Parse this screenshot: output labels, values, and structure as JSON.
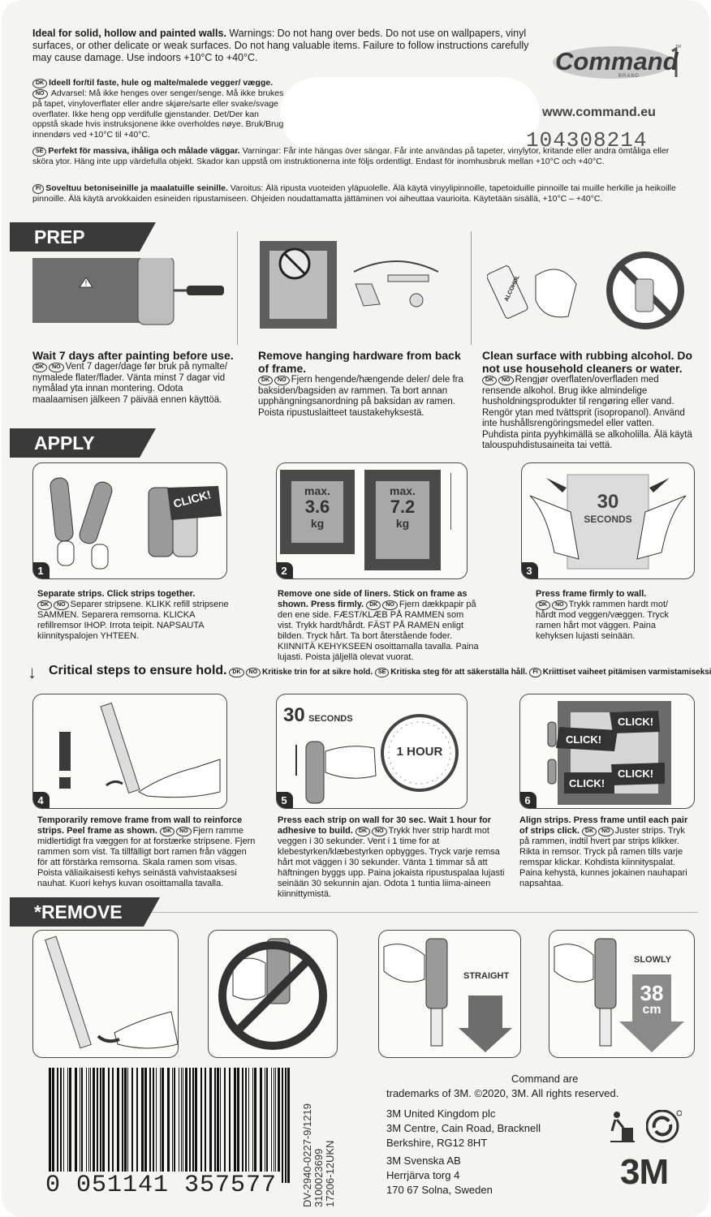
{
  "brand": {
    "logo": "Command",
    "logo_sub": "BRAND",
    "tm": "TM",
    "website": "www.command.eu",
    "code": "104308214"
  },
  "warnings": {
    "en_bold": "Ideal for solid, hollow and painted walls.",
    "en": " Warnings: Do not hang over beds. Do not use on wallpapers, vinyl surfaces, or other delicate or weak surfaces. Do not hang valuable items. Failure to follow instructions carefully may cause damage. Use indoors +10°C to +40°C.",
    "dk_code": "DK",
    "no_code": "NO",
    "dkno_bold": "Ideell for/til faste, hule og malte/malede vegger/ vægge.",
    "dkno": " Advarsel: Må ikke henges over senger/senge. Må ikke brukes på tapet, vinyloverflater eller andre skjøre/sarte eller svake/svage overflater. Ikke heng opp verdifulle gjenstander. Det/Der kan oppstå skade hvis instruksjonene ikke overholdes nøye. Bruk/Brug innendørs ved +10°C til +40°C.",
    "se_code": "SE",
    "se_bold": "Perfekt för massiva, ihåliga och målade väggar.",
    "se": " Varningar: Får inte hängas över sängar. Får inte användas på tapeter, vinylytor, kritande eller andra ömtåliga eller sköra ytor. Häng inte upp värdefulla objekt. Skador kan uppstå om instruktionerna inte följs ordentligt. Endast för inomhusbruk mellan +10°C och +40°C.",
    "fi_code": "FI",
    "fi_bold": "Soveltuu betoniseinille ja maalatuille seinille.",
    "fi": " Varoitus: Älä ripusta vuoteiden yläpuolelle. Älä käytä vinyylipinnoille, tapetoiduille pinnoille tai muille herkille ja heikoille pinnoille. Älä käytä arvokkaiden esineiden ripustamiseen. Ohjeiden noudattamatta jättäminen voi aiheuttaa vaurioita. Käytetään sisällä, +10°C – +40°C."
  },
  "prep": {
    "banner": "PREP",
    "col1_bold": "Wait 7 days after painting before use.",
    "col1": "Vent 7 dager/dage før bruk på nymalte/ nymalede flater/flader. Vänta minst 7 dagar vid nymålad yta innan montering. Odota maalaamisen jälkeen 7 päivää ennen käyttöä.",
    "col2_bold": "Remove hanging hardware from back of frame.",
    "col2": "Fjern hengende/hængende deler/ dele fra baksiden/bagsiden av rammen. Ta bort annan upphängningsanordning på baksidan av ramen. Poista ripustuslaitteet taustakehyksestä.",
    "col3_bold": "Clean surface with rubbing alcohol. Do not use household cleaners or water.",
    "col3": "Rengjør overflaten/overfladen med rensende alkohol. Brug ikke almindelige husholdningsprodukter til rengøring eller vand. Rengör ytan med tvättsprit (isopropanol). Använd inte hushållsrengöringsmedel eller vatten. Puhdista pinta pyyhkimällä se alkoholilla. Älä käytä talouspuhdistusaineita tai vettä.",
    "alcohol": "ALCOHOL"
  },
  "apply": {
    "banner": "APPLY",
    "click": "CLICK!",
    "max1": "max.",
    "w1": "3.6",
    "kg1": "kg",
    "max2": "max.",
    "w2": "7.2",
    "kg2": "kg",
    "seconds_n": "30",
    "seconds_l": "SECONDS",
    "s1_bold": "Separate strips. Click strips together.",
    "s1": "Separer stripsene. KLIKK refill stripsene SAMMEN. Separera remsorna. KLICKA refillremsor IHOP. Irrota teipit. NAPSAUTA kiinnityspalojen YHTEEN.",
    "s2_bold": "Remove one side of liners. Stick on frame as shown. Press firmly.",
    "s2": "Fjern dækkpapir på den ene side. FÆST/KLÆB PÅ RAMMEN som vist. Trykk hardt/hårdt. FÄST PÅ RAMEN enligt bilden. Tryck hårt. Ta bort återstående foder. KIINNITÄ KEHYKSEEN osoittamalla tavalla. Paina lujasti. Poista jäljellä olevat vuorat.",
    "s3_bold": "Press frame firmly to wall.",
    "s3": "Trykk rammen hardt mot/ hårdt mod veggen/væggen. Tryck ramen hårt mot väggen. Paina kehyksen lujasti seinään."
  },
  "critical": {
    "title": "Critical steps to ensure hold.",
    "dkno": "Kritiske trin for at sikre hold.",
    "se": "Kritiska steg för att säkerställa håll.",
    "fi": "Kriittiset vaiheet pitämisen varmistamiseksi.",
    "s4_bold": "Temporarily remove frame from wall to reinforce strips. Peel frame as shown.",
    "s4": "Fjern ramme midlertidigt fra væggen for at forstærke stripsene. Fjern rammen som vist. Ta tillfälligt bort ramen från väggen för att förstärka remsorna. Skala ramen som visas. Poista väliaikaisesti kehys seinästä vahvistaaksesi nauhat. Kuori kehys kuvan osoittamalla tavalla.",
    "seconds_n": "30",
    "seconds_l": "SECONDS",
    "hour": "1 HOUR",
    "s5_bold": "Press each strip on wall for 30 sec. Wait 1 hour for adhesive to build.",
    "s5": "Trykk hver strip hardt mot veggen i 30 sekunder. Vent i 1 time for at klebestyrken/klæbestyrken opbygges. Tryck varje remsa hårt mot väggen i 30 sekunder. Vänta 1 timmar så att häftningen byggs upp. Paina jokaista ripustuspalaa lujasti seinään 30 sekunnin ajan. Odota 1 tuntia liima-aineen kiinnittymistä.",
    "click": "CLICK!",
    "s6_bold": "Align strips. Press frame until each pair of strips click.",
    "s6": "Juster strips. Tryk på rammen, indtil hvert par strips klikker. Rikta in remsor. Tryck på ramen tills varje remspar klickar. Kohdista kiinnityspalat. Paina kehystä, kunnes jokainen nauhapari napsahtaa."
  },
  "remove": {
    "banner": "*REMOVE",
    "straight": "STRAIGHT",
    "slowly": "SLOWLY",
    "cm_n": "38",
    "cm_u": "cm"
  },
  "footer": {
    "barcode": "0 051141 357577",
    "codes1": "DV-2940-0227-9/1219",
    "codes2": "3100023699",
    "codes3": "17206-12UKN",
    "trademark1": "Command are",
    "trademark2": "trademarks of 3M. ©2020, 3M. All rights reserved.",
    "uk1": "3M United Kingdom plc",
    "uk2": "3M Centre, Cain Road, Bracknell",
    "uk3": "Berkshire, RG12 8HT",
    "se1": "3M Svenska AB",
    "se2": "Herrjärva torg 4",
    "se3": "170 67 Solna, Sweden",
    "logo3m": "3M"
  }
}
